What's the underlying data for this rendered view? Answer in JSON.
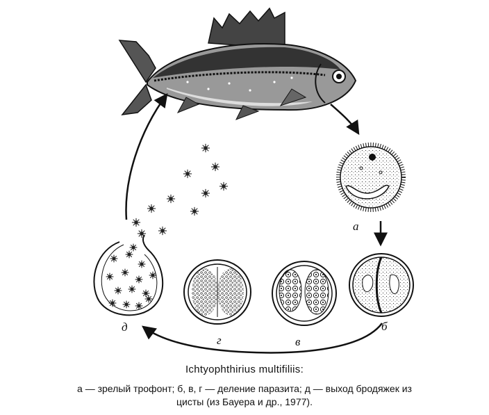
{
  "figure": {
    "stage_labels": {
      "a": "а",
      "b": "б",
      "v": "в",
      "g": "г",
      "d": "д"
    },
    "colors": {
      "ink": "#111111",
      "background": "#ffffff"
    }
  },
  "caption": {
    "title": "Ichtyophthirius multifiliis:",
    "line1": "а — зрелый трофонт; б, в, г — деление паразита; д — выход бродяжек из",
    "line2": "цисты (из Бауера и др., 1977)."
  }
}
